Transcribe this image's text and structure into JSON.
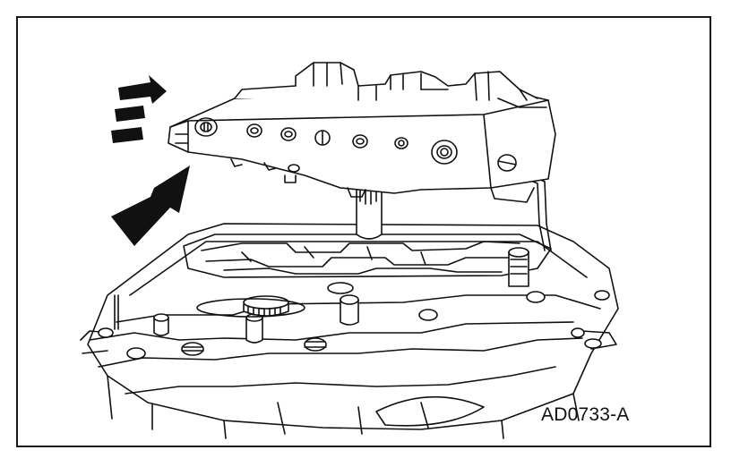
{
  "figure": {
    "id_label": "AD0733-A"
  },
  "colors": {
    "line": "#111111",
    "background": "#ffffff",
    "frame": "#1a1a1a"
  },
  "illustration": {
    "description_icon": "valve-body-removal-diagram",
    "arrows": [
      "motion-lines-arrow",
      "large-direction-arrow"
    ]
  }
}
